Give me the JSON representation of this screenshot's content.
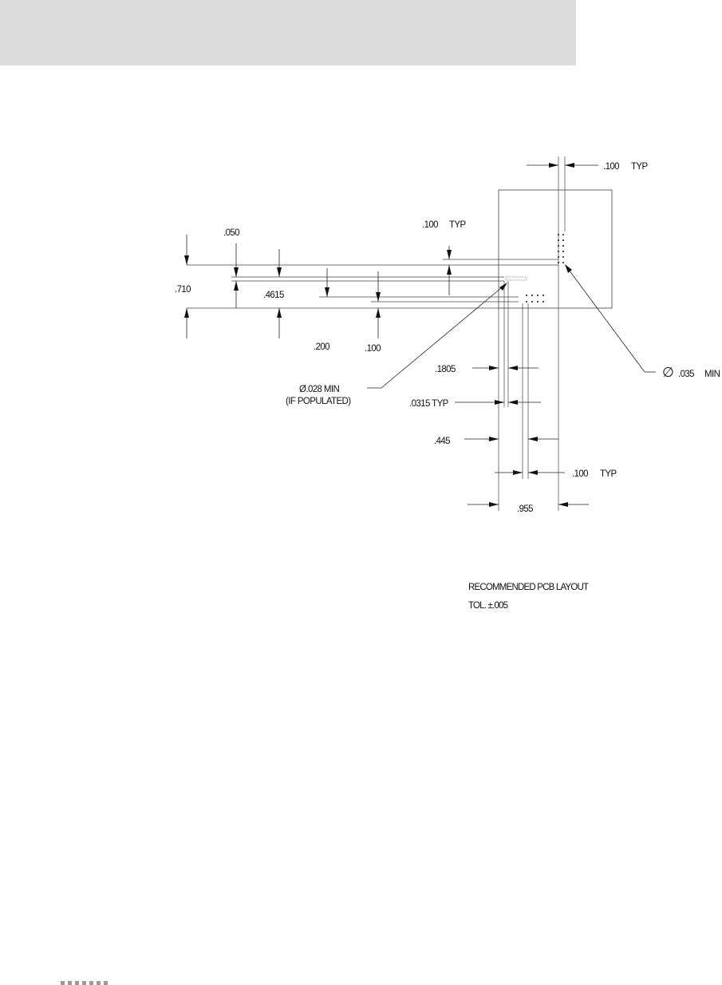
{
  "header": {
    "band_color": "#dcdcdc"
  },
  "dimensions": {
    "top_pitch": ".100",
    "top_pitch_typ": "TYP",
    "left_pitch": ".100",
    "left_pitch_typ": "TYP",
    "d050": ".050",
    "d710": ".710",
    "d4615": ".4615",
    "d200": ".200",
    "d100": ".100",
    "d1805": ".1805",
    "d0315": ".0315 TYP",
    "d445": ".445",
    "bottom_pitch": ".100",
    "bottom_pitch_typ": "TYP",
    "d955": ".955"
  },
  "callouts": {
    "hole_small_line1": "Ø.028 MIN",
    "hole_small_line2": "(IF POPULATED)",
    "hole_large_symbol": "∅",
    "hole_large_value": ".035",
    "hole_large_min": "MIN"
  },
  "notes": {
    "title": "RECOMMENDED PCB LAYOUT",
    "tolerance": "TOL. ±.005"
  },
  "footer": {
    "dot_count": 7
  }
}
